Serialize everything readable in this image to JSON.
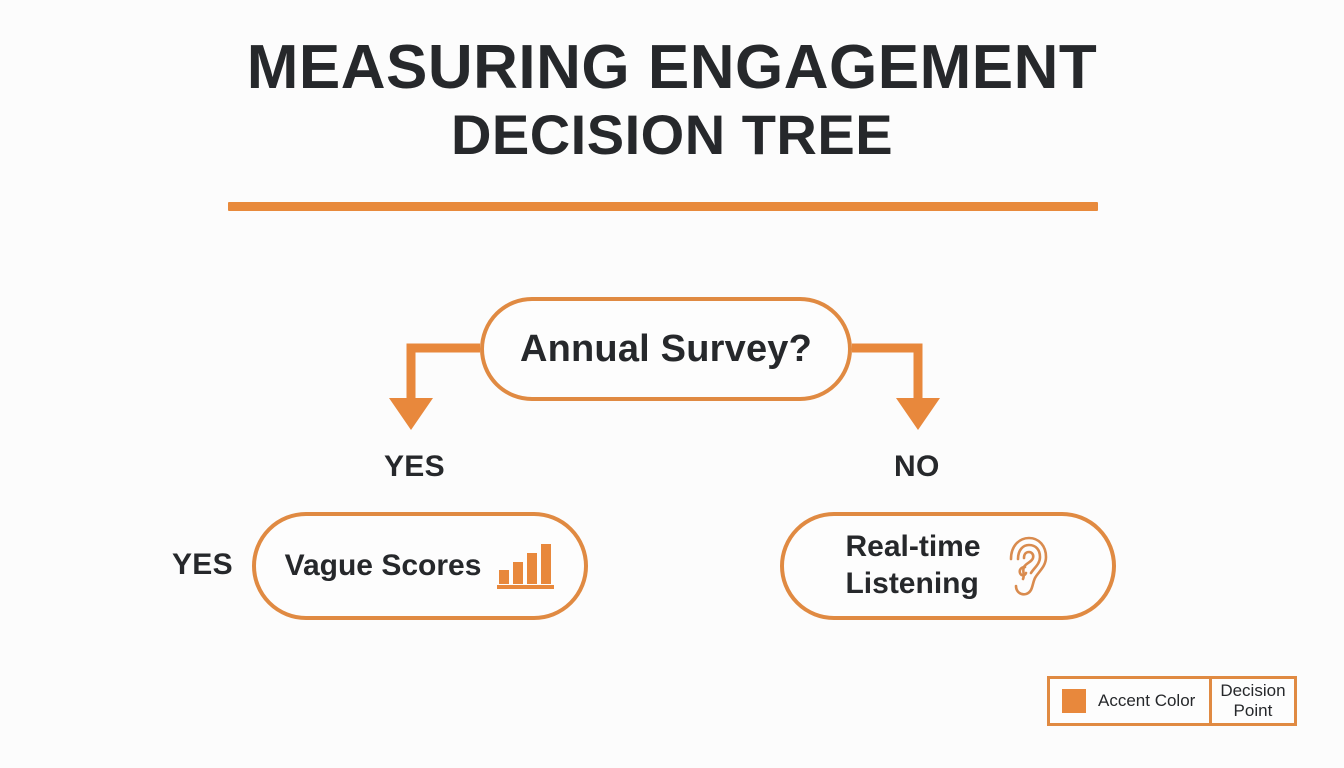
{
  "title": {
    "line1": "MEASURING ENGAGEMENT",
    "line2": "DECISION TREE"
  },
  "colors": {
    "accent": "#E8883C",
    "node_border": "#E08A42",
    "text": "#26282B",
    "background": "#FCFCFC"
  },
  "tree": {
    "decision": {
      "label": "Annual Survey?"
    },
    "branches": [
      {
        "label": "YES",
        "side": "left"
      },
      {
        "label": "NO",
        "side": "right"
      }
    ],
    "outcomes": [
      {
        "label": "Vague Scores",
        "icon": "bar-chart-icon",
        "side_label": "YES"
      },
      {
        "label_line1": "Real-time",
        "label_line2": "Listening",
        "icon": "ear-icon"
      }
    ]
  },
  "legend": {
    "accent_label": "Accent Color",
    "decision_line1": "Decision",
    "decision_line2": "Point"
  }
}
